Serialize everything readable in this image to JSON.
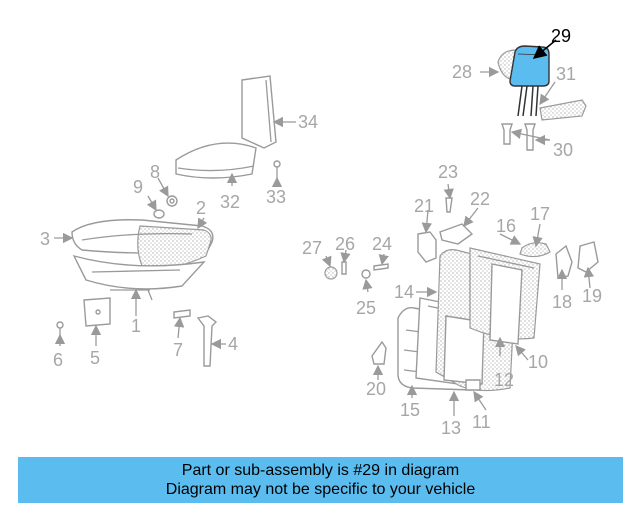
{
  "diagram": {
    "highlight_color": "#5bbcf0",
    "highlighted_part": "29",
    "callouts": {
      "n1": "1",
      "n2": "2",
      "n3": "3",
      "n4": "4",
      "n5": "5",
      "n6": "6",
      "n7": "7",
      "n8": "8",
      "n9": "9",
      "n10": "10",
      "n11": "11",
      "n12": "12",
      "n13": "13",
      "n14": "14",
      "n15": "15",
      "n16": "16",
      "n17": "17",
      "n18": "18",
      "n19": "19",
      "n20": "20",
      "n21": "21",
      "n22": "22",
      "n23": "23",
      "n24": "24",
      "n25": "25",
      "n26": "26",
      "n27": "27",
      "n28": "28",
      "n29": "29",
      "n30": "30",
      "n31": "31",
      "n32": "32",
      "n33": "33",
      "n34": "34"
    }
  },
  "banner": {
    "line1": "Part or sub-assembly is #29 in diagram",
    "line2": "Diagram may not be specific to your vehicle"
  }
}
